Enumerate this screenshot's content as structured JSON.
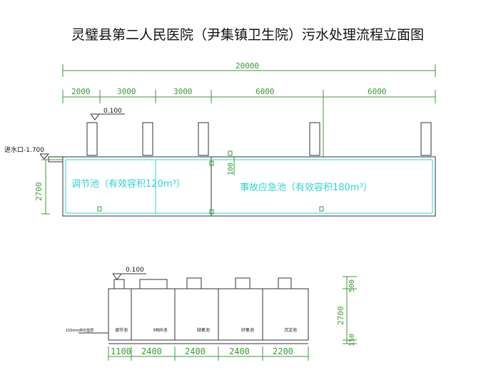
{
  "title": "灵璧县第二人民医院（尹集镇卫生院）污水处理流程立面图",
  "upper": {
    "total_dim": "20000",
    "segment_dims": [
      "2000",
      "3000",
      "3000",
      "6000",
      "6000"
    ],
    "elevation_mark": "0.100",
    "inlet_label": "进水口-1.700",
    "height_dim": "2700",
    "pipe_dim": "100",
    "tank_left_label": "调节池（有效容积120m³）",
    "tank_right_label": "事故应急池（有效容积180m³）"
  },
  "lower": {
    "elevation_mark": "0.100",
    "base_label": "150mm碎石垫层",
    "chambers": [
      "调节池",
      "MBR池",
      "缺氧池",
      "好氧池",
      "沉淀池"
    ],
    "height_dims": [
      "500",
      "2700",
      "150"
    ],
    "width_dims": [
      "1100",
      "2400",
      "2400",
      "2400",
      "2200"
    ]
  },
  "colors": {
    "outline": "#333333",
    "dimension": "#3a9a3a",
    "label": "#2fd3d3"
  }
}
